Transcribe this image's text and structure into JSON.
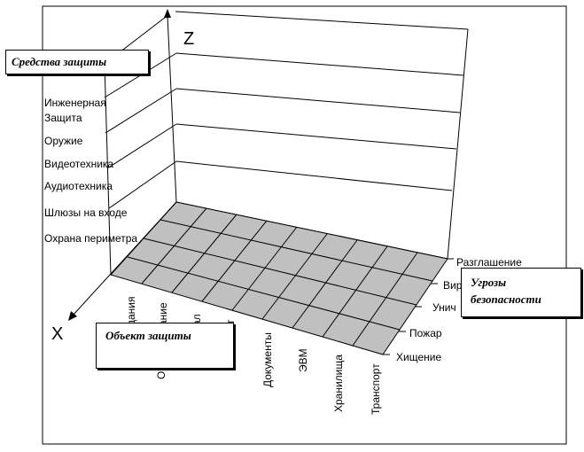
{
  "axes": {
    "z_letter": "Z",
    "x_letter": "X"
  },
  "callouts": {
    "means": "Средства защиты",
    "threats": "Угрозы безопасности",
    "objects": "Объект защиты"
  },
  "means_labels": [
    "Инженерная",
    "Защита",
    "Оружие",
    "Видеотехника",
    "Аудиотехника",
    "Шлюзы на входе",
    "Охрана периметра"
  ],
  "threat_labels": [
    "Разглашение",
    "Вир",
    "Унич",
    "Пожар",
    "Хищение"
  ],
  "object_labels": [
    "дания",
    "Об",
    "ание",
    "ал",
    "Клиент",
    "Документы",
    "ЭВМ",
    "Хранилища",
    "Транспорт"
  ]
}
